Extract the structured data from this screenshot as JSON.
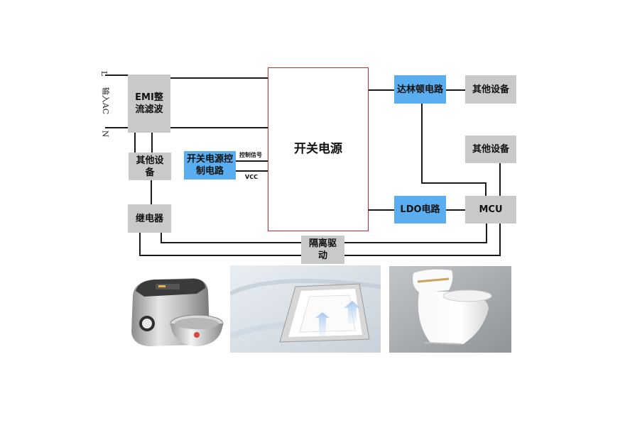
{
  "diagram": {
    "input_labels": {
      "l": "L",
      "ac": "输入AC",
      "n": "N"
    },
    "boxes": {
      "emi": "EMI整流滤波",
      "other_left": "其他设备",
      "relay": "继电器",
      "control": "开关电源控制电路",
      "main": "开关电源",
      "darlington": "达林顿电路",
      "other_right_top": "其他设备",
      "other_right_mid": "其他设备",
      "ldo": "LDO电路",
      "mcu": "MCU",
      "isolation": "隔离驱动"
    },
    "signal_labels": {
      "control_signal": "控制信号",
      "vcc": "VCC"
    }
  },
  "colors": {
    "gray_box": "#c9c9c9",
    "blue_box": "#5aaef0",
    "main_border": "#d6262c"
  },
  "photos": [
    "rice-cooker",
    "bathroom-heater",
    "smart-toilet"
  ]
}
